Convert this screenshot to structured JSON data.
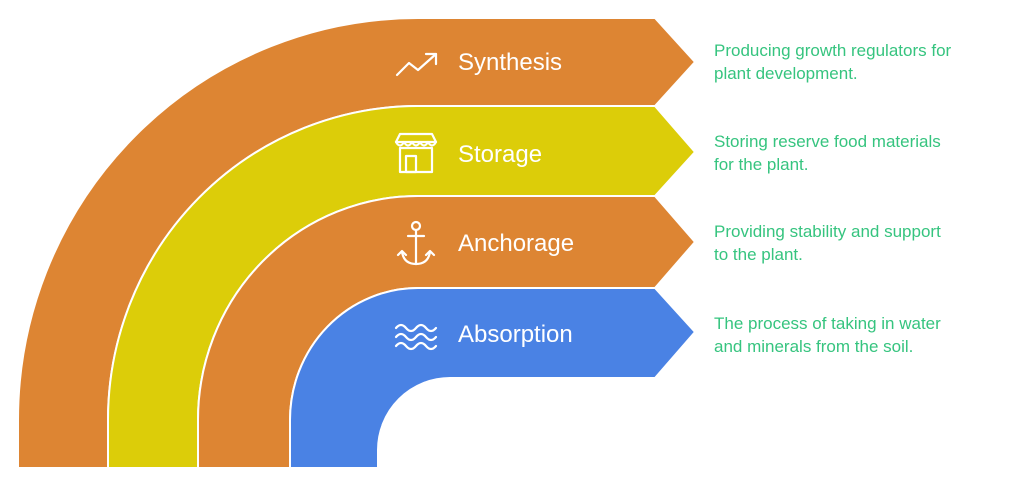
{
  "colors": {
    "orange": "#dd8533",
    "yellow": "#dccd09",
    "blue": "#4a82e4",
    "description_text": "#36c47f"
  },
  "layers": [
    {
      "title": "Synthesis",
      "icon": "trend-up-icon",
      "color": "#dd8533",
      "description_line1": "Producing growth regulators for",
      "description_line2": "plant development."
    },
    {
      "title": "Storage",
      "icon": "storefront-icon",
      "color": "#dccd09",
      "description_line1": "Storing reserve food materials",
      "description_line2": "for the plant."
    },
    {
      "title": "Anchorage",
      "icon": "anchor-icon",
      "color": "#dd8533",
      "description_line1": "Providing stability and support",
      "description_line2": "to the plant."
    },
    {
      "title": "Absorption",
      "icon": "water-waves-icon",
      "color": "#4a82e4",
      "description_line1": "The process of taking in water",
      "description_line2": "and minerals from the soil."
    }
  ]
}
